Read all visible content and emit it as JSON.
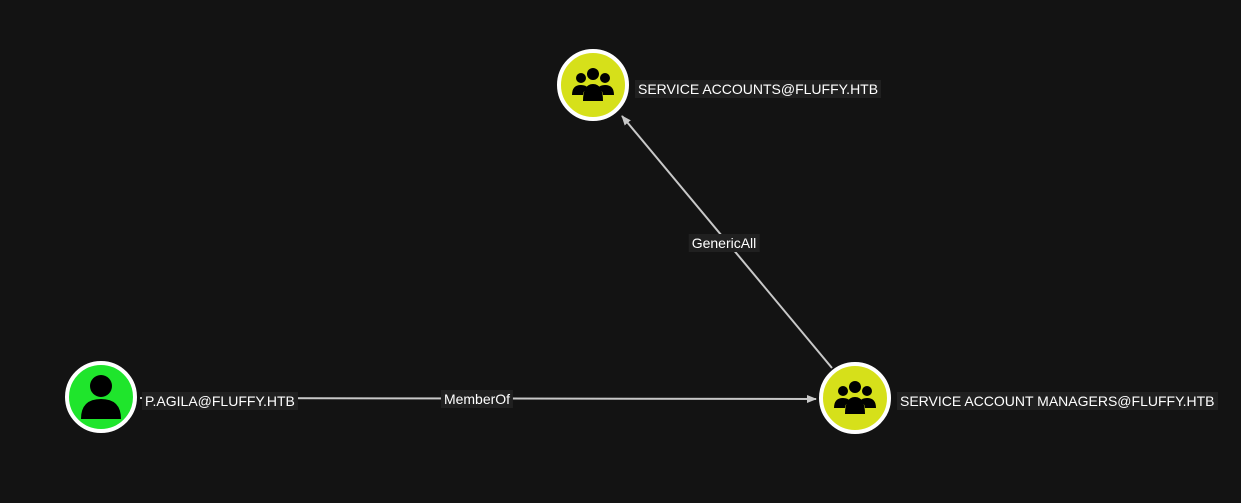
{
  "colors": {
    "background": "#131313",
    "user_node": "#1fe52c",
    "group_node": "#d6e01a",
    "edge": "#c8c8c8",
    "label_bg": "#202020"
  },
  "nodes": {
    "service_accounts": {
      "label": "SERVICE ACCOUNTS@FLUFFY.HTB",
      "icon": "group-icon"
    },
    "service_account_managers": {
      "label": "SERVICE ACCOUNT MANAGERS@FLUFFY.HTB",
      "icon": "group-icon"
    },
    "p_agila": {
      "label": "P.AGILA@FLUFFY.HTB",
      "icon": "user-icon"
    }
  },
  "edges": {
    "member_of": {
      "label": "MemberOf",
      "from": "P.AGILA@FLUFFY.HTB",
      "to": "SERVICE ACCOUNT MANAGERS@FLUFFY.HTB"
    },
    "generic_all": {
      "label": "GenericAll",
      "from": "SERVICE ACCOUNT MANAGERS@FLUFFY.HTB",
      "to": "SERVICE ACCOUNTS@FLUFFY.HTB"
    }
  }
}
